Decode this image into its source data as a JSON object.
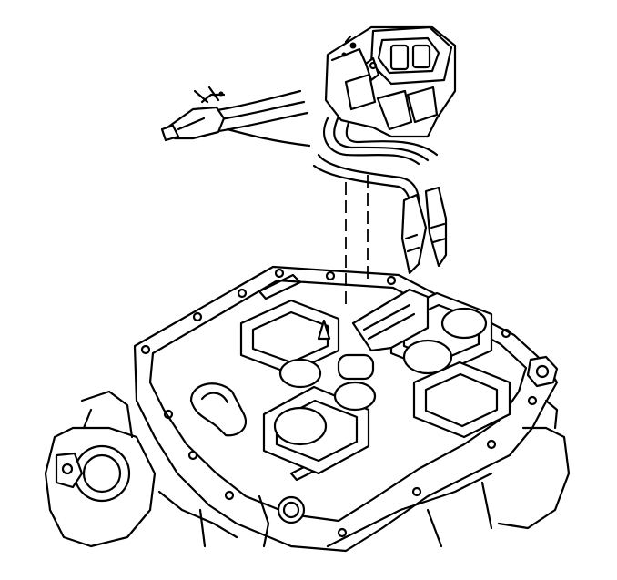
{
  "figure": {
    "kind": "line-drawing",
    "background": "#ffffff",
    "stroke": "#000000",
    "parts": [
      "injector-harness",
      "fuel-injector",
      "pressure-regulator",
      "intake-manifold-lower"
    ]
  }
}
